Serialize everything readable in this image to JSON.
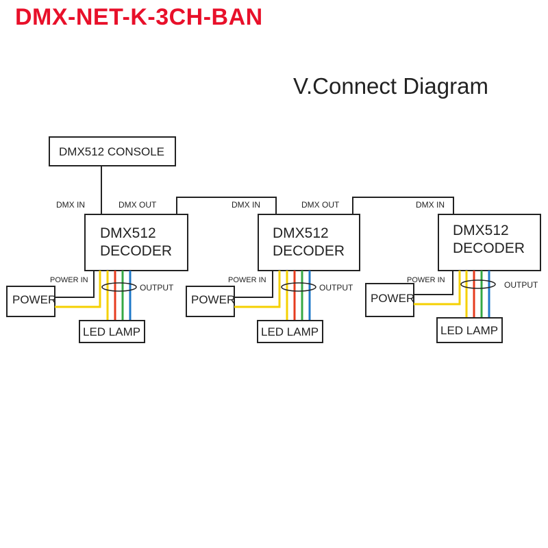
{
  "product_title": "DMX-NET-K-3CH-BAN",
  "diagram_title": "V.Connect Diagram",
  "console_label": "DMX512 CONSOLE",
  "units": [
    {
      "decoder_line1": "DMX512",
      "decoder_line2": "DECODER",
      "dmx_in": "DMX IN",
      "dmx_out": "DMX OUT",
      "power_in": "POWER IN",
      "power": "POWER",
      "output": "OUTPUT",
      "led_lamp": "LED LAMP"
    },
    {
      "decoder_line1": "DMX512",
      "decoder_line2": "DECODER",
      "dmx_in": "DMX IN",
      "dmx_out": "DMX OUT",
      "power_in": "POWER IN",
      "power": "POWER",
      "output": "OUTPUT",
      "led_lamp": "LED LAMP"
    },
    {
      "decoder_line1": "DMX512",
      "decoder_line2": "DECODER",
      "dmx_in": "DMX IN",
      "power_in": "POWER IN",
      "power": "POWER",
      "output": "OUTPUT",
      "led_lamp": "LED LAMP"
    }
  ],
  "colors": {
    "title": "#e8102a",
    "line": "#222222",
    "wire_yellow": "#f5d000",
    "wire_red": "#e63b1f",
    "wire_green": "#35a844",
    "wire_blue": "#1f78c8"
  }
}
